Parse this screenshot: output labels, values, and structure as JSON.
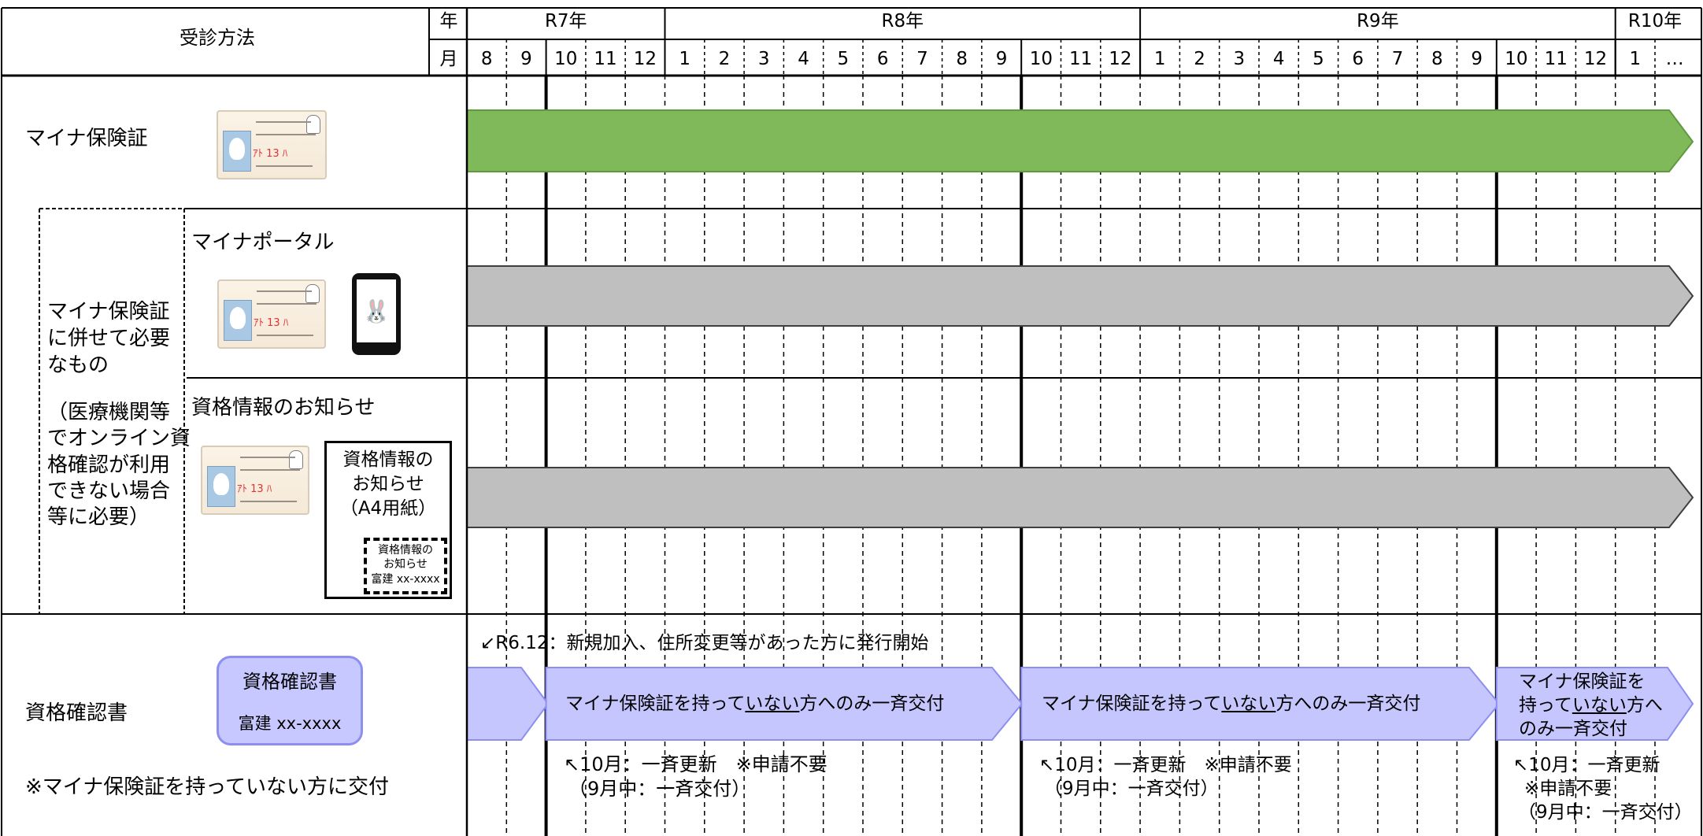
{
  "header": {
    "method_label": "受診方法",
    "year_label": "年",
    "month_label": "月",
    "years": [
      "R7年",
      "R8年",
      "R9年",
      "R10年"
    ],
    "months": [
      "8",
      "9",
      "10",
      "11",
      "12",
      "1",
      "2",
      "3",
      "4",
      "5",
      "6",
      "7",
      "8",
      "9",
      "10",
      "11",
      "12",
      "1",
      "2",
      "3",
      "4",
      "5",
      "6",
      "7",
      "8",
      "9",
      "10",
      "11",
      "12",
      "1",
      "…"
    ]
  },
  "rows": {
    "myna": {
      "label": "マイナ保険証"
    },
    "group_label_1": "マイナ保険証\nに併せて必要\nなもの",
    "group_label_2": "（医療機関等\nでオンライン資\n格確認が利用\nできない場合\n等に必要）",
    "portal": {
      "label": "マイナポータル"
    },
    "notice": {
      "label": "資格情報のお知らせ",
      "paper_text": "資格情報の\nお知らせ\n（A4用紙）",
      "mini_text": "資格情報の\nお知らせ",
      "mini_id": "富建 xx-xxxx"
    },
    "kakunin": {
      "label": "資格確認書",
      "note": "※マイナ保険証を持っていない方に交付",
      "box_title": "資格確認書",
      "box_id": "富建 xx-xxxx"
    }
  },
  "timeline": {
    "start_note": "↙R6.12：新規加入、住所変更等があった方に発行開始",
    "issue_before": "マイナ保険証を持って",
    "issue_underline": "いない",
    "issue_after": "方へのみ一斉交付",
    "last_issue_1": "マイナ保険証を",
    "last_issue_2a": "持って",
    "last_issue_2u": "いない",
    "last_issue_2b": "方へ",
    "last_issue_3": "のみ一斉交付",
    "renew_1": "↖10月：一斉更新　※申請不要",
    "renew_2": "（9月中：一斉交付）",
    "renew_last_1": "↖10月：一斉更新",
    "renew_last_2": "※申請不要",
    "renew_last_3": "（9月中：一斉交付）"
  },
  "colors": {
    "green_fill": "#80b95a",
    "green_stroke": "#5f9a3f",
    "gray_fill": "#bfbfbf",
    "gray_stroke": "#3f3f3f",
    "purple_fill": "#c6c6fe",
    "purple_stroke": "#8c8ff0"
  }
}
